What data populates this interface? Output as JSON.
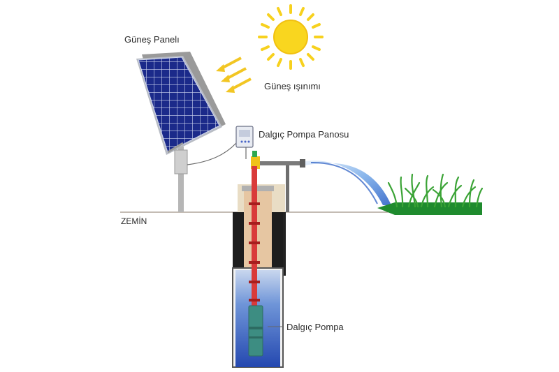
{
  "labels": {
    "solar_panel": "Güneş Panelı",
    "sun_rays": "Güneş ışınımı",
    "controller": "Dalgıç Pompa Panosu",
    "ground": "ZEMİN",
    "pump": "Dalgıç Pompa"
  },
  "colors": {
    "panel": "#1b2a8a",
    "sun": "#f7d11e",
    "pipe": "#d93a3a",
    "water": "#2f63c8",
    "grass": "#3aa335",
    "ground_line": "#8a7a6a"
  },
  "icons": {
    "sun": "sun-icon",
    "panel": "solar-panel-icon",
    "controller": "control-box-icon",
    "pump": "submersible-pump-icon"
  }
}
